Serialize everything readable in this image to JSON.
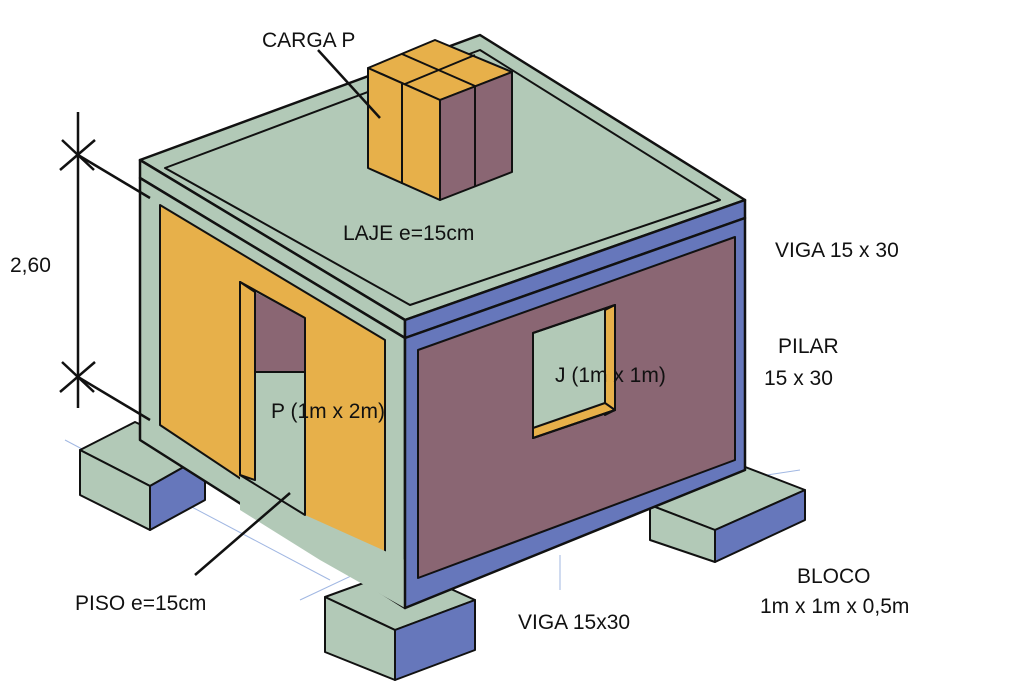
{
  "labels": {
    "carga": "CARGA P",
    "laje": "LAJE e=15cm",
    "viga_top": "VIGA 15 x 30",
    "pilar_1": "PILAR",
    "pilar_2": "15 x 30",
    "janela": "J (1m x 1m)",
    "porta": "P (1m x 2m)",
    "altura": "2,60",
    "piso": "PISO e=15cm",
    "bloco_1": "BLOCO",
    "bloco_2": "1m x 1m x 0,5m",
    "viga_bottom": "VIGA 15x30"
  },
  "colors": {
    "concrete": "#b2c9b7",
    "beam_blue": "#6677bb",
    "wall_mauve": "#8a6673",
    "wall_orange": "#e7b04a",
    "outline": "#111111",
    "guide_blue": "#7e9bd6"
  }
}
